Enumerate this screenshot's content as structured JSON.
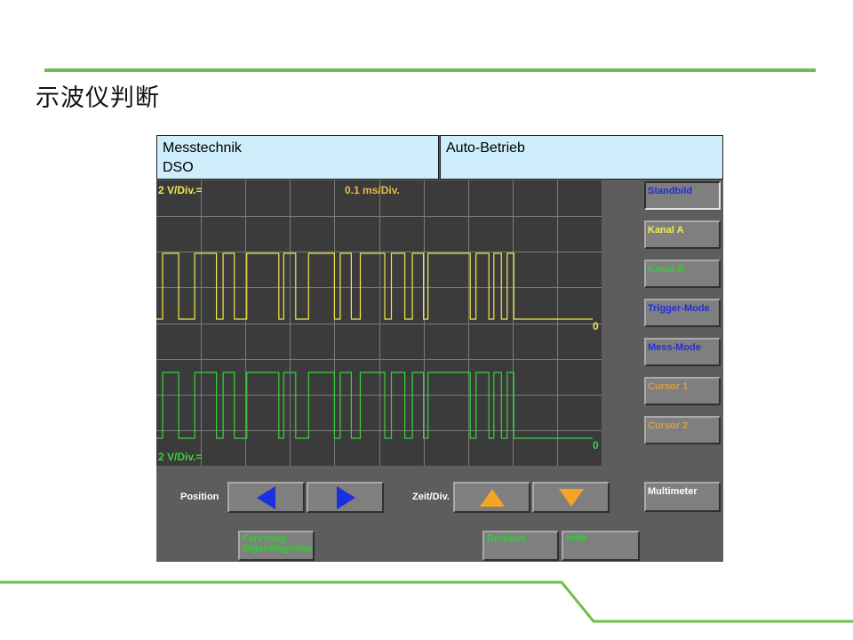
{
  "slide": {
    "title": "示波仪判断"
  },
  "header": {
    "mode_line1": "Messtechnik",
    "mode_line2": "DSO",
    "status": "Auto-Betrieb"
  },
  "scope": {
    "channel_a_scale": "2 V/Div.=",
    "channel_b_scale": "2 V/Div.=",
    "timebase": "0.1 ms/Div.",
    "zero_marker": "0",
    "channel_a_color": "#f0e84c",
    "channel_b_color": "#3ad13a",
    "timebase_color": "#e8b84a",
    "grid_color": "#7a7a7a",
    "channel_a_pulses": [
      [
        0.014,
        0.05
      ],
      [
        0.086,
        0.135
      ],
      [
        0.15,
        0.175
      ],
      [
        0.203,
        0.275
      ],
      [
        0.286,
        0.313
      ],
      [
        0.342,
        0.4
      ],
      [
        0.413,
        0.438
      ],
      [
        0.458,
        0.513
      ],
      [
        0.528,
        0.558
      ],
      [
        0.575,
        0.6
      ],
      [
        0.61,
        0.705
      ],
      [
        0.718,
        0.747
      ],
      [
        0.758,
        0.775
      ],
      [
        0.788,
        0.803
      ]
    ],
    "channel_b_pulses": [
      [
        0.014,
        0.05
      ],
      [
        0.086,
        0.135
      ],
      [
        0.15,
        0.175
      ],
      [
        0.203,
        0.275
      ],
      [
        0.286,
        0.313
      ],
      [
        0.342,
        0.4
      ],
      [
        0.413,
        0.438
      ],
      [
        0.458,
        0.513
      ],
      [
        0.528,
        0.558
      ],
      [
        0.575,
        0.6
      ],
      [
        0.61,
        0.705
      ],
      [
        0.718,
        0.747
      ],
      [
        0.758,
        0.775
      ],
      [
        0.788,
        0.803
      ]
    ]
  },
  "side_buttons": [
    {
      "label": "Standbild",
      "color": "#1f2fd8",
      "pressed": true
    },
    {
      "label": "Kanal A",
      "color": "#f4ef4a",
      "pressed": false
    },
    {
      "label": "Kanal B",
      "color": "#38c938",
      "pressed": false
    },
    {
      "label": "Trigger-Mode",
      "color": "#1f2fd8",
      "pressed": false
    },
    {
      "label": "Mess-Mode",
      "color": "#1f2fd8",
      "pressed": false
    },
    {
      "label": "Cursor 1",
      "color": "#d7a03a",
      "pressed": false
    },
    {
      "label": "Cursor 2",
      "color": "#d7a03a",
      "pressed": false
    }
  ],
  "controls": {
    "position_label": "Position",
    "zeit_label": "Zeit/Div.",
    "left_arrow_icon": "arrow-left-icon",
    "right_arrow_icon": "arrow-right-icon",
    "up_arrow_icon": "arrow-up-icon",
    "down_arrow_icon": "arrow-down-icon",
    "arrow_blue": "#1a2fe0",
    "arrow_orange": "#f4a623"
  },
  "bottom_buttons": {
    "diagnose_line1": "Fahrzeug-",
    "diagnose_line2": "Eigendiagnose",
    "drucken": "Drucken",
    "hilfe": "Hilfe",
    "multimeter": "Multimeter"
  }
}
